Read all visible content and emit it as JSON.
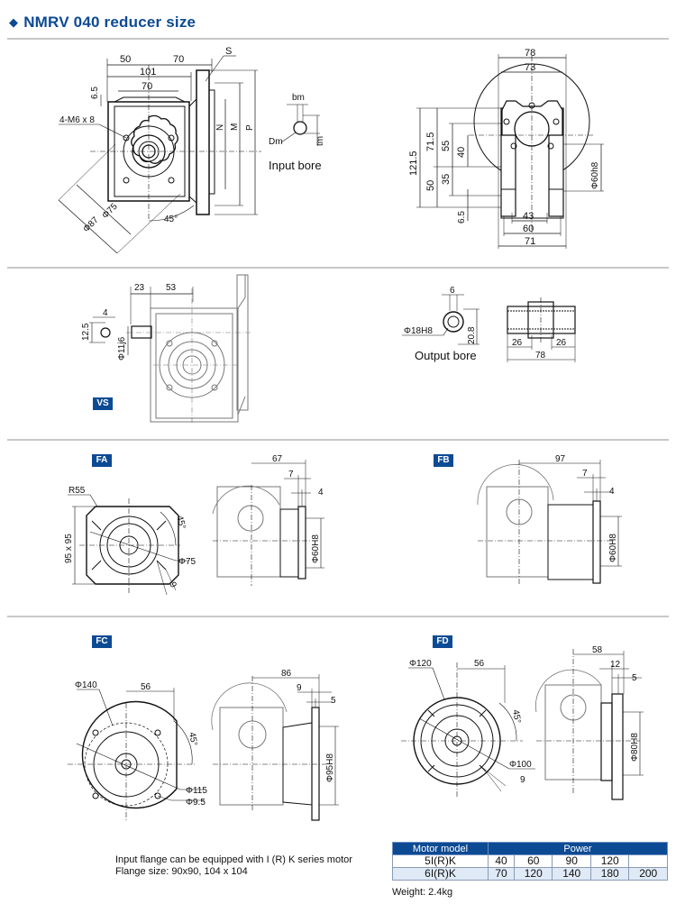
{
  "header": {
    "title": "NMRV 040 reducer size",
    "bullet_icon": "diamond-icon",
    "accent_color": "#0d4a94"
  },
  "main_view": {
    "dims": {
      "top_left": "50",
      "top_right": "70",
      "overall": "101",
      "inner": "70",
      "edge": "6.5",
      "holes": "4-M6 x 8",
      "dia_inner": "Φ75",
      "dia_outer": "Φ87",
      "angle": "45°",
      "s": "S",
      "n": "N",
      "m": "M",
      "p": "P"
    }
  },
  "input_bore": {
    "label": "Input bore",
    "bm": "bm",
    "dm": "Dm",
    "tm": "tm"
  },
  "side_view": {
    "dims": {
      "w78": "78",
      "w73": "73",
      "h121_5": "121.5",
      "h71_5": "71.5",
      "h55": "55",
      "h40": "40",
      "h50": "50",
      "h35": "35",
      "h6_5": "6.5",
      "w43": "43",
      "w60": "60",
      "w71": "71",
      "dia": "Φ60h8"
    }
  },
  "vs": {
    "badge": "VS",
    "dims": {
      "d23": "23",
      "d53": "53",
      "d4": "4",
      "d12_5": "12.5",
      "dia": "Φ11j6"
    }
  },
  "output_bore": {
    "label": "Output bore",
    "dims": {
      "d6": "6",
      "dia": "Φ18H8",
      "d20_8": "20.8",
      "d26a": "26",
      "d26b": "26",
      "d78": "78"
    }
  },
  "fa": {
    "badge": "FA",
    "dims": {
      "r": "R55",
      "sq": "95 x 95",
      "angle": "45°",
      "dia": "Φ75",
      "d9": "9",
      "d67": "67",
      "d7": "7",
      "d4": "4",
      "bore": "Φ60H8"
    }
  },
  "fb": {
    "badge": "FB",
    "dims": {
      "d97": "97",
      "d7": "7",
      "d4": "4",
      "bore": "Φ60H8"
    }
  },
  "fc": {
    "badge": "FC",
    "dims": {
      "d140": "Φ140",
      "d56": "56",
      "angle": "45°",
      "d115": "Φ115",
      "d9_5": "Φ9.5",
      "d86": "86",
      "d9": "9",
      "d5": "5",
      "bore": "Φ95H8"
    }
  },
  "fd": {
    "badge": "FD",
    "dims": {
      "d120": "Φ120",
      "d56": "56",
      "angle": "45°",
      "d100": "Φ100",
      "d9": "9",
      "d58": "58",
      "d12": "12",
      "d5": "5",
      "bore": "Φ80H8"
    }
  },
  "notes": {
    "line1": "Input flange can be equipped with I (R) K series motor",
    "line2": "Flange size: 90x90, 104 x 104"
  },
  "power_table": {
    "headers": [
      "Motor model",
      "Power"
    ],
    "rows": [
      {
        "model": "5I(R)K",
        "values": [
          "40",
          "60",
          "90",
          "120",
          ""
        ]
      },
      {
        "model": "6I(R)K",
        "values": [
          "70",
          "120",
          "140",
          "180",
          "200"
        ]
      }
    ]
  },
  "weight": "Weight: 2.4kg"
}
